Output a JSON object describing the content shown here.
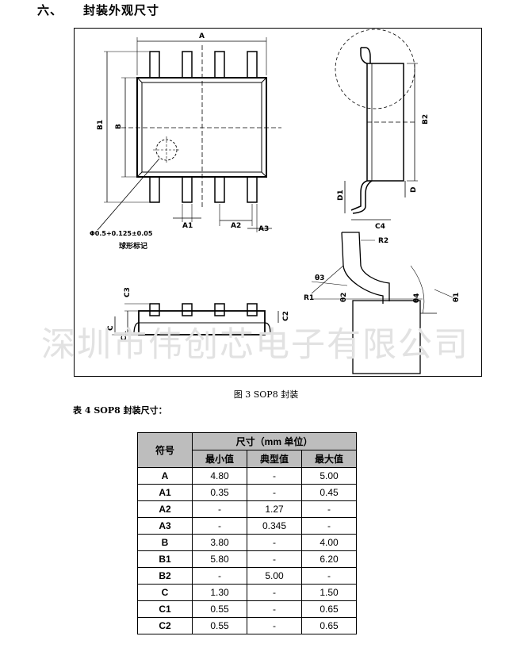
{
  "heading": {
    "number": "六、",
    "title": "封装外观尺寸"
  },
  "drawing": {
    "dims": [
      "A",
      "B1",
      "B",
      "A1",
      "A2",
      "A3",
      "B2",
      "D1",
      "D",
      "C4",
      "R2",
      "θ3",
      "R1",
      "θ2",
      "θ4",
      "θ1",
      "C3",
      "C",
      "C1",
      "C2"
    ],
    "marker_note": "Φ0.5+0.125±0.05",
    "marker_label": "球形标记"
  },
  "watermark": "深圳市伟创芯电子有限公司",
  "figure_caption": "图 3 SOP8 封装",
  "table_caption": "表 4 SOP8 封装尺寸：",
  "table": {
    "col_symbol": "符号",
    "col_group": "尺寸（mm 单位）",
    "col_min": "最小值",
    "col_typ": "典型值",
    "col_max": "最大值",
    "rows": [
      {
        "sym": "A",
        "min": "4.80",
        "typ": "-",
        "max": "5.00"
      },
      {
        "sym": "A1",
        "min": "0.35",
        "typ": "-",
        "max": "0.45"
      },
      {
        "sym": "A2",
        "min": "-",
        "typ": "1.27",
        "max": "-"
      },
      {
        "sym": "A3",
        "min": "-",
        "typ": "0.345",
        "max": "-"
      },
      {
        "sym": "B",
        "min": "3.80",
        "typ": "-",
        "max": "4.00"
      },
      {
        "sym": "B1",
        "min": "5.80",
        "typ": "-",
        "max": "6.20"
      },
      {
        "sym": "B2",
        "min": "-",
        "typ": "5.00",
        "max": "-"
      },
      {
        "sym": "C",
        "min": "1.30",
        "typ": "-",
        "max": "1.50"
      },
      {
        "sym": "C1",
        "min": "0.55",
        "typ": "-",
        "max": "0.65"
      },
      {
        "sym": "C2",
        "min": "0.55",
        "typ": "-",
        "max": "0.65"
      }
    ]
  }
}
